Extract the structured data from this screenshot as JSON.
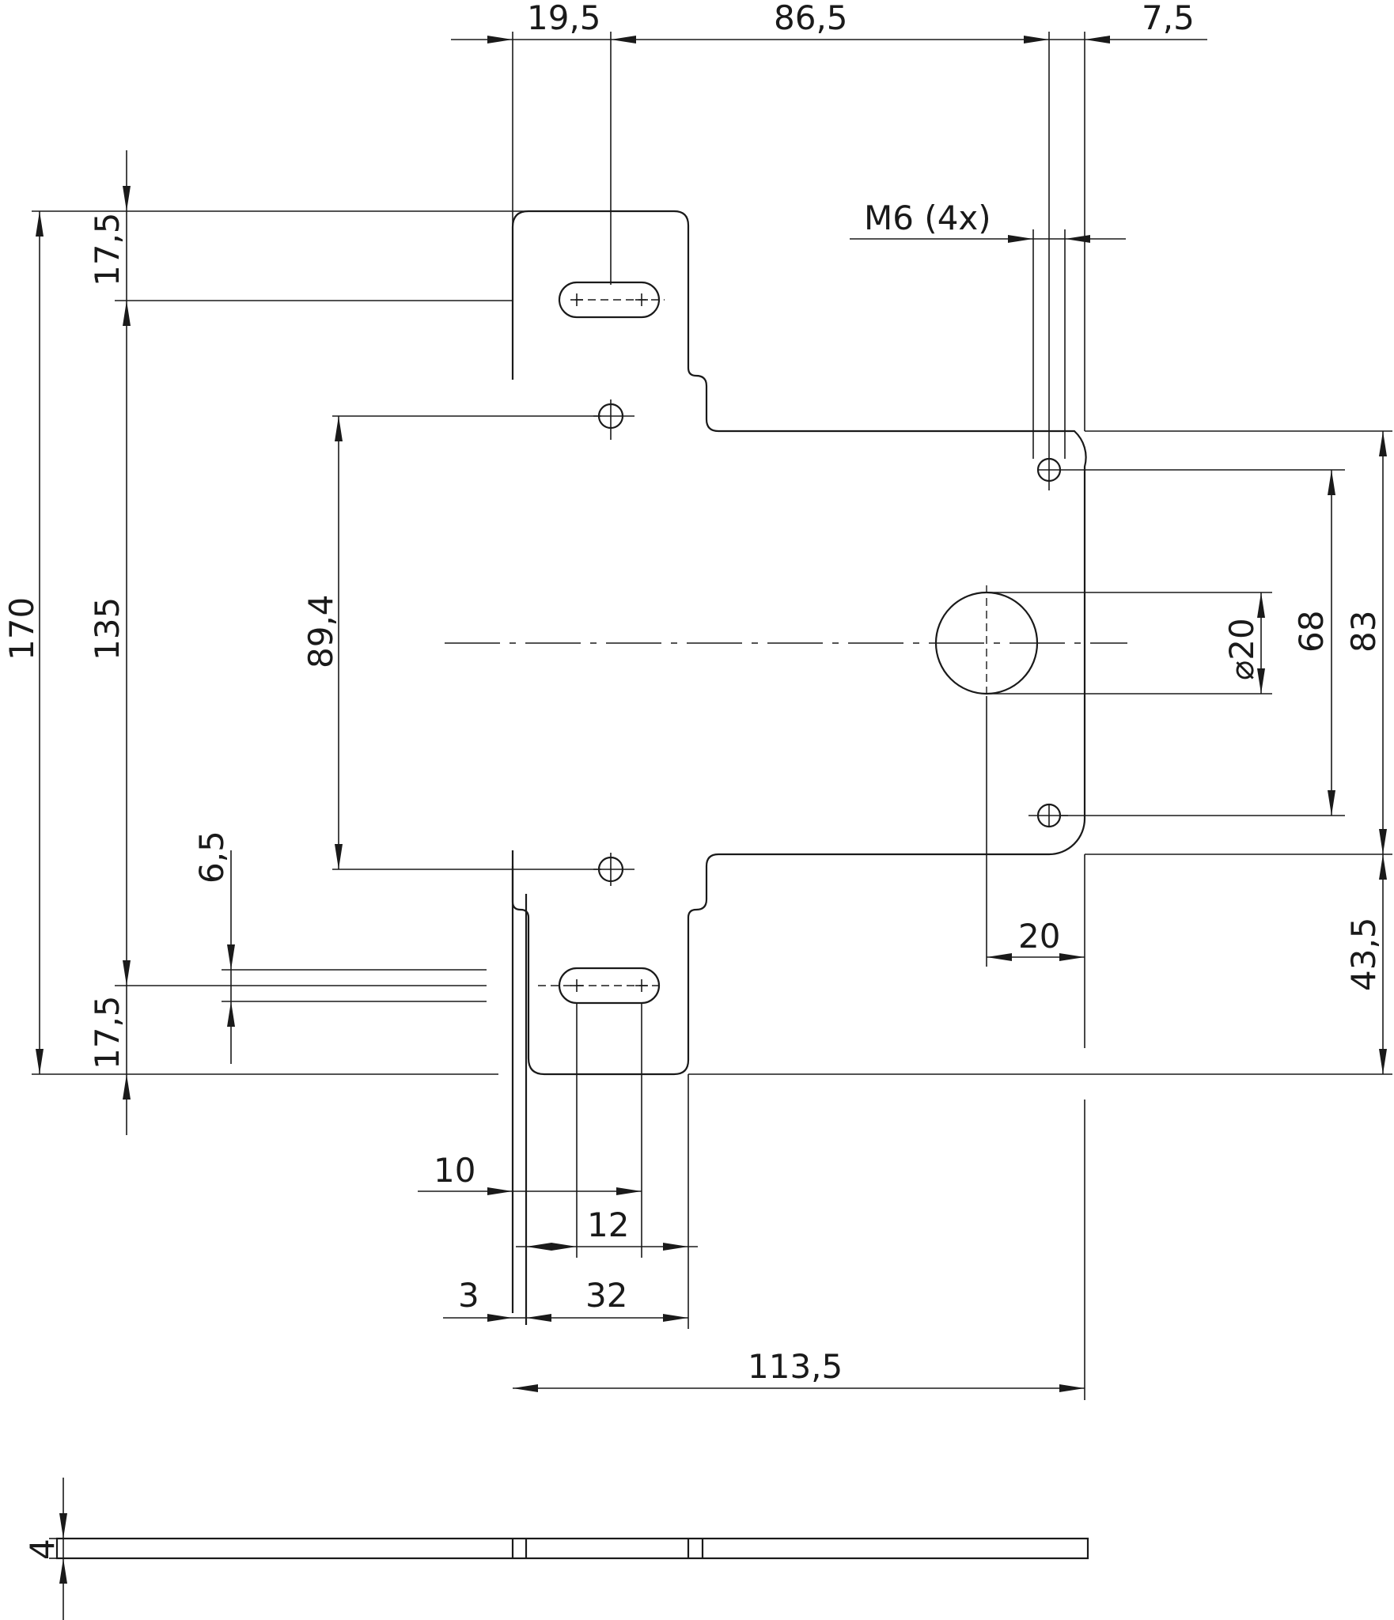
{
  "dimensions": {
    "top_19_5": "19,5",
    "top_86_5": "86,5",
    "top_7_5": "7,5",
    "thread": "M6 (4x)",
    "left_170": "170",
    "left_135": "135",
    "left_17_5_top": "17,5",
    "left_17_5_bottom": "17,5",
    "left_89_4": "89,4",
    "left_6_5": "6,5",
    "right_dia20": "⌀20",
    "right_68": "68",
    "right_83": "83",
    "right_43_5": "43,5",
    "mid_20": "20",
    "bottom_10": "10",
    "bottom_12": "12",
    "bottom_3": "3",
    "bottom_32": "32",
    "bottom_113_5": "113,5",
    "side_thickness": "4"
  }
}
